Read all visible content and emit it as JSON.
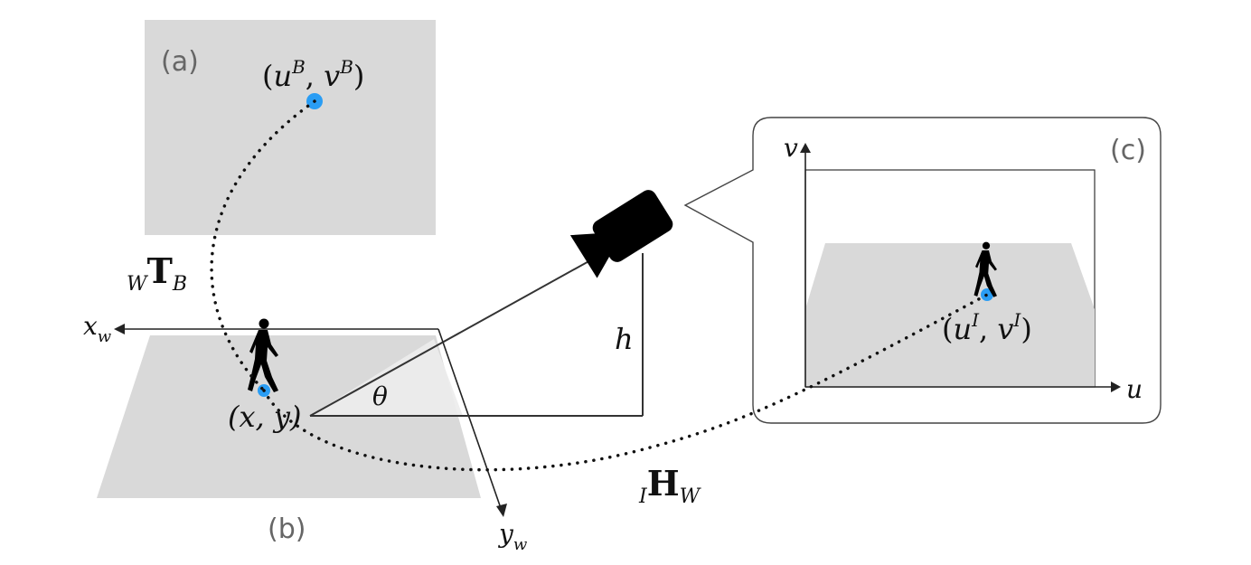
{
  "panels": {
    "a": {
      "label": "(a)"
    },
    "b": {
      "label": "(b)"
    },
    "c": {
      "label": "(c)"
    }
  },
  "points": {
    "bev": {
      "open": "(",
      "u": "u",
      "u_sup": "B",
      "comma": ", ",
      "v": "v",
      "v_sup": "B",
      "close": ")"
    },
    "world": {
      "text": "(x, y)"
    },
    "image": {
      "open": "(",
      "u": "u",
      "u_sup": "I",
      "comma": ", ",
      "v": "v",
      "v_sup": "I",
      "close": ")"
    }
  },
  "transforms": {
    "bev_to_world": {
      "pre_sub": "W",
      "symbol": "T",
      "sub": "B"
    },
    "world_to_image": {
      "pre_sub": "I",
      "symbol": "H",
      "sub": "W"
    }
  },
  "axes": {
    "world_x": {
      "base": "x",
      "sub": "w"
    },
    "world_y": {
      "base": "y",
      "sub": "w"
    },
    "image_u": "u",
    "image_v": "v"
  },
  "camera": {
    "height_label": "h",
    "angle_label": "θ"
  },
  "colors": {
    "ground": "#d9d9d9",
    "point": "#2a9df4",
    "line": "#333333",
    "figure": "#000000"
  }
}
